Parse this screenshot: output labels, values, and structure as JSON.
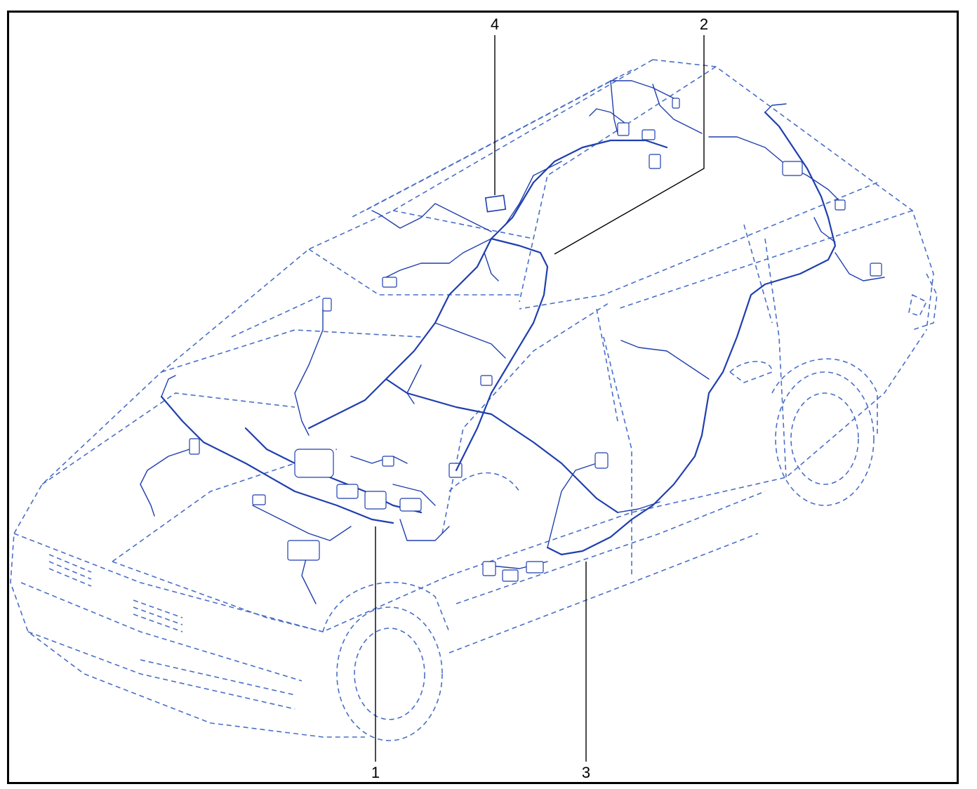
{
  "colors": {
    "frame": "#000000",
    "body_outline": "#4a6fc7",
    "harness": "#1f3fae",
    "leader": "#000000"
  },
  "callouts": {
    "c1": {
      "label": "1"
    },
    "c2": {
      "label": "2"
    },
    "c3": {
      "label": "3"
    },
    "c4": {
      "label": "4"
    }
  }
}
